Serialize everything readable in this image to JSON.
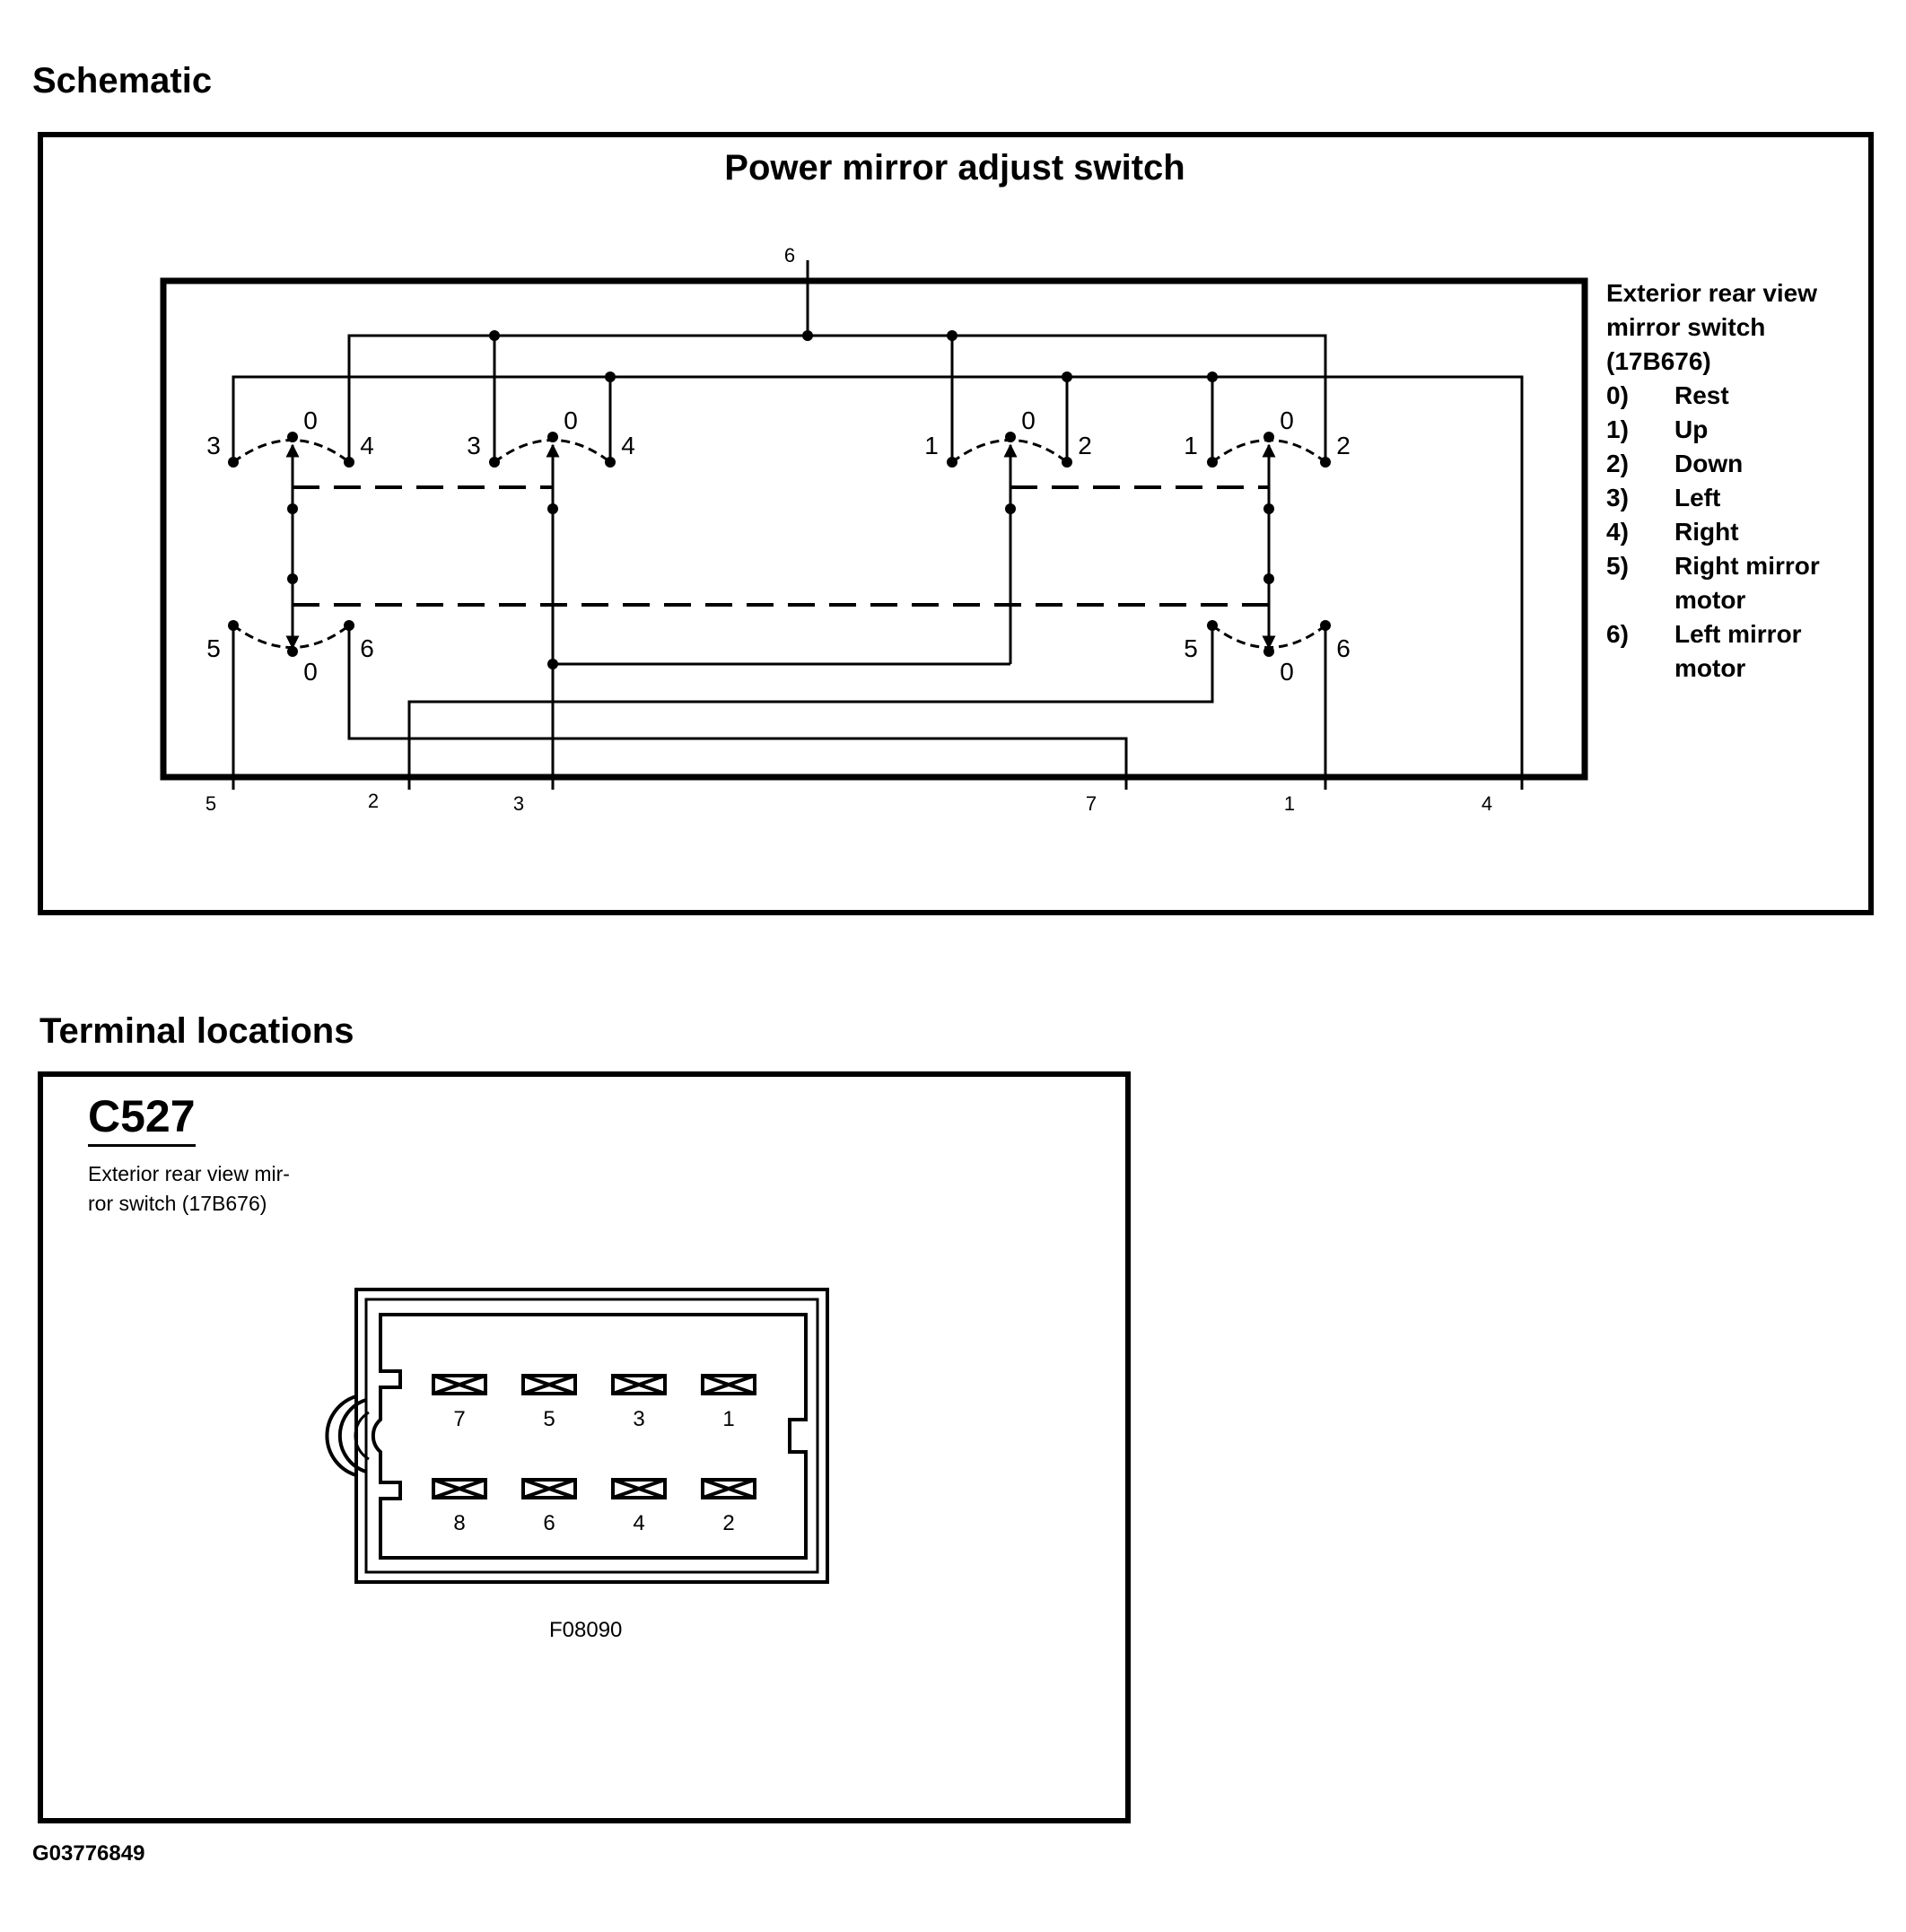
{
  "schematic": {
    "section_title": "Schematic",
    "switch_title": "Power mirror adjust switch",
    "top_pin": "6",
    "bottom_pins": [
      "5",
      "2",
      "3",
      "7",
      "1",
      "4"
    ],
    "switch_contacts": [
      {
        "rest": "0",
        "a": "3",
        "b": "4"
      },
      {
        "rest": "0",
        "a": "3",
        "b": "4"
      },
      {
        "rest": "0",
        "a": "1",
        "b": "2"
      },
      {
        "rest": "0",
        "a": "1",
        "b": "2"
      },
      {
        "rest": "0",
        "a": "5",
        "b": "6"
      },
      {
        "rest": "0",
        "a": "5",
        "b": "6"
      }
    ]
  },
  "legend": {
    "heading_lines": [
      "Exterior rear view",
      "mirror switch",
      "(17B676)"
    ],
    "items": [
      {
        "num": "0)",
        "lines": [
          "Rest"
        ]
      },
      {
        "num": "1)",
        "lines": [
          "Up"
        ]
      },
      {
        "num": "2)",
        "lines": [
          "Down"
        ]
      },
      {
        "num": "3)",
        "lines": [
          "Left"
        ]
      },
      {
        "num": "4)",
        "lines": [
          "Right"
        ]
      },
      {
        "num": "5)",
        "lines": [
          "Right mirror",
          "motor"
        ]
      },
      {
        "num": "6)",
        "lines": [
          "Left mirror",
          "motor"
        ]
      }
    ]
  },
  "terminal": {
    "section_title": "Terminal locations",
    "connector_id": "C527",
    "description_lines": [
      "Exterior rear view mir-",
      "ror switch (17B676)"
    ],
    "pins_top": [
      "7",
      "5",
      "3",
      "1"
    ],
    "pins_bottom": [
      "8",
      "6",
      "4",
      "2"
    ],
    "part_code": "F08090"
  },
  "figure_code": "G03776849"
}
